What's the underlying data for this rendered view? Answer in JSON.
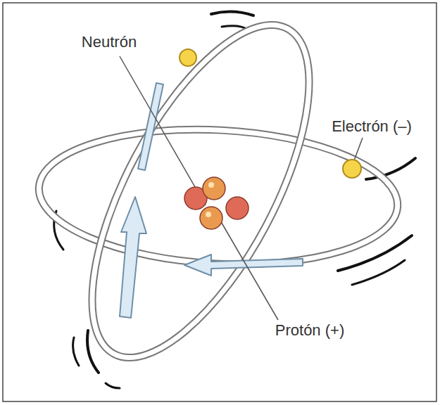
{
  "diagram": {
    "labels": [
      "Neutrón",
      "Electrón (–)",
      "Protón (+)"
    ]
  }
}
